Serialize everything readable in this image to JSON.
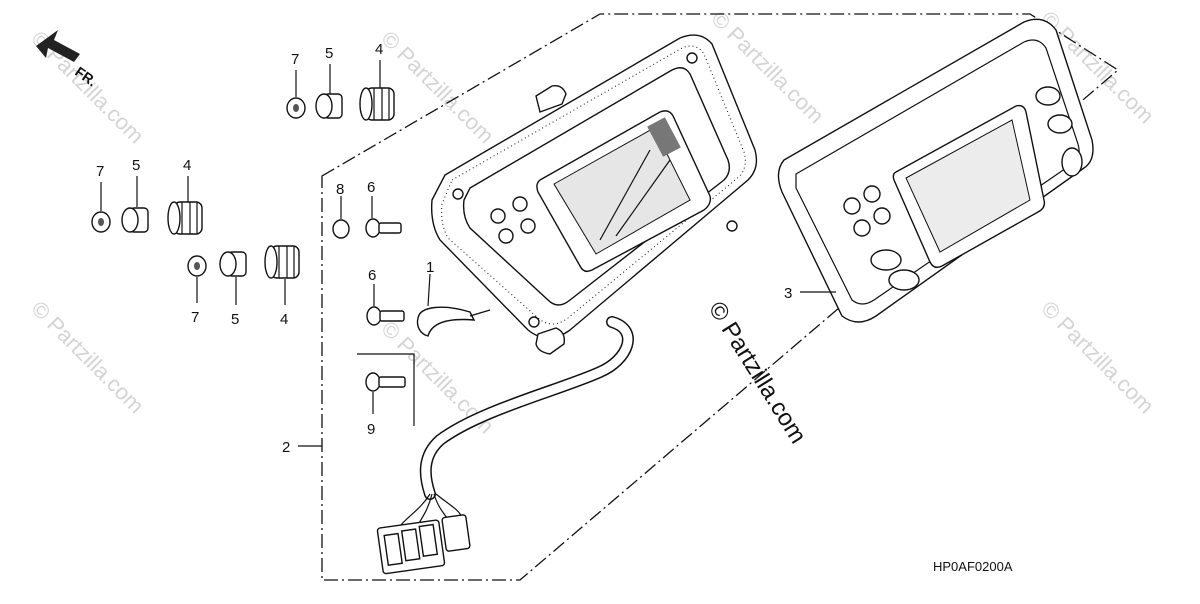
{
  "diagram": {
    "orientation_arrow_label": "FR.",
    "diagram_code": "HP0AF0200A",
    "center_watermark": "© Partzilla.com",
    "faint_watermark": "© Partzilla.com",
    "callouts": {
      "c1": "1",
      "c2": "2",
      "c3": "3",
      "c4a": "4",
      "c4b": "4",
      "c4c": "4",
      "c5a": "5",
      "c5b": "5",
      "c5c": "5",
      "c6a": "6",
      "c6b": "6",
      "c7a": "7",
      "c7b": "7",
      "c7c": "7",
      "c8": "8",
      "c9": "9"
    }
  }
}
